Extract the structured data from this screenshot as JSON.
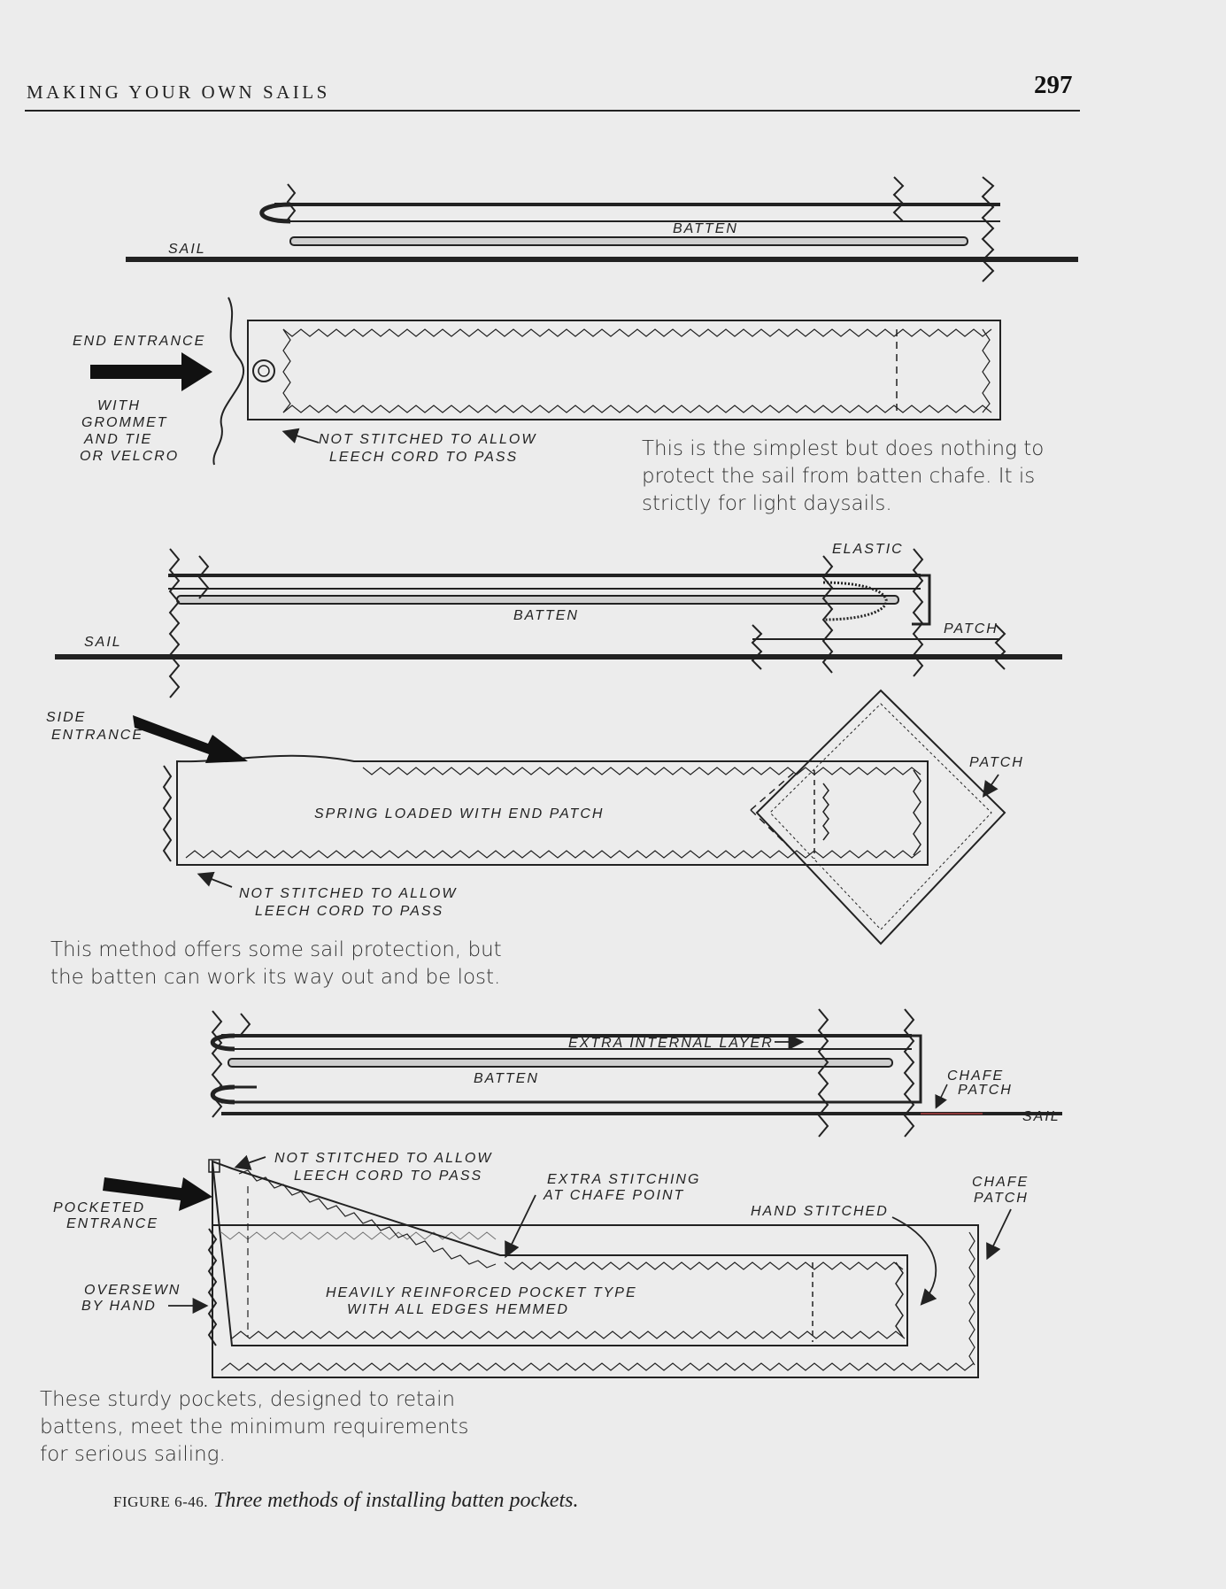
{
  "header": {
    "title": "MAKING YOUR OWN SAILS",
    "page_number": "297"
  },
  "diagram1": {
    "batten": "BATTEN",
    "sail": "SAIL",
    "end_entrance": "END ENTRANCE",
    "grommet_1": "WITH",
    "grommet_2": "GROMMET",
    "grommet_3": "AND TIE",
    "grommet_4": "OR VELCRO",
    "not_stitched_1": "NOT STITCHED TO ALLOW",
    "not_stitched_2": "LEECH CORD TO PASS",
    "caption": "This is the simplest but does nothing to protect the sail from batten chafe. It is strictly for light daysails."
  },
  "diagram2": {
    "elastic": "ELASTIC",
    "batten": "BATTEN",
    "patch_top": "PATCH",
    "sail": "SAIL",
    "side_entrance_1": "SIDE",
    "side_entrance_2": "ENTRANCE",
    "patch_right": "PATCH",
    "spring_loaded": "SPRING LOADED WITH END PATCH",
    "not_stitched_1": "NOT STITCHED TO ALLOW",
    "not_stitched_2": "LEECH CORD TO PASS",
    "caption": "This method offers some sail protection, but the batten can work its way out and be lost."
  },
  "diagram3": {
    "extra_layer": "EXTRA INTERNAL LAYER",
    "batten": "BATTEN",
    "chafe_patch_top_1": "CHAFE",
    "chafe_patch_top_2": "PATCH",
    "sail": "SAIL",
    "not_stitched_1": "NOT STITCHED TO ALLOW",
    "not_stitched_2": "LEECH CORD TO PASS",
    "extra_stitching_1": "EXTRA STITCHING",
    "extra_stitching_2": "AT CHAFE POINT",
    "chafe_patch_right_1": "CHAFE",
    "chafe_patch_right_2": "PATCH",
    "pocketed_entrance_1": "POCKETED",
    "pocketed_entrance_2": "ENTRANCE",
    "hand_stitched": "HAND STITCHED",
    "oversewn_1": "OVERSEWN",
    "oversewn_2": "BY HAND",
    "heavily_1": "HEAVILY REINFORCED POCKET TYPE",
    "heavily_2": "WITH ALL EDGES HEMMED",
    "caption": "These sturdy pockets, designed to retain battens, meet the minimum requirements for serious sailing."
  },
  "figure": {
    "number": "FIGURE 6-46.",
    "text": "Three methods of installing batten pockets."
  }
}
